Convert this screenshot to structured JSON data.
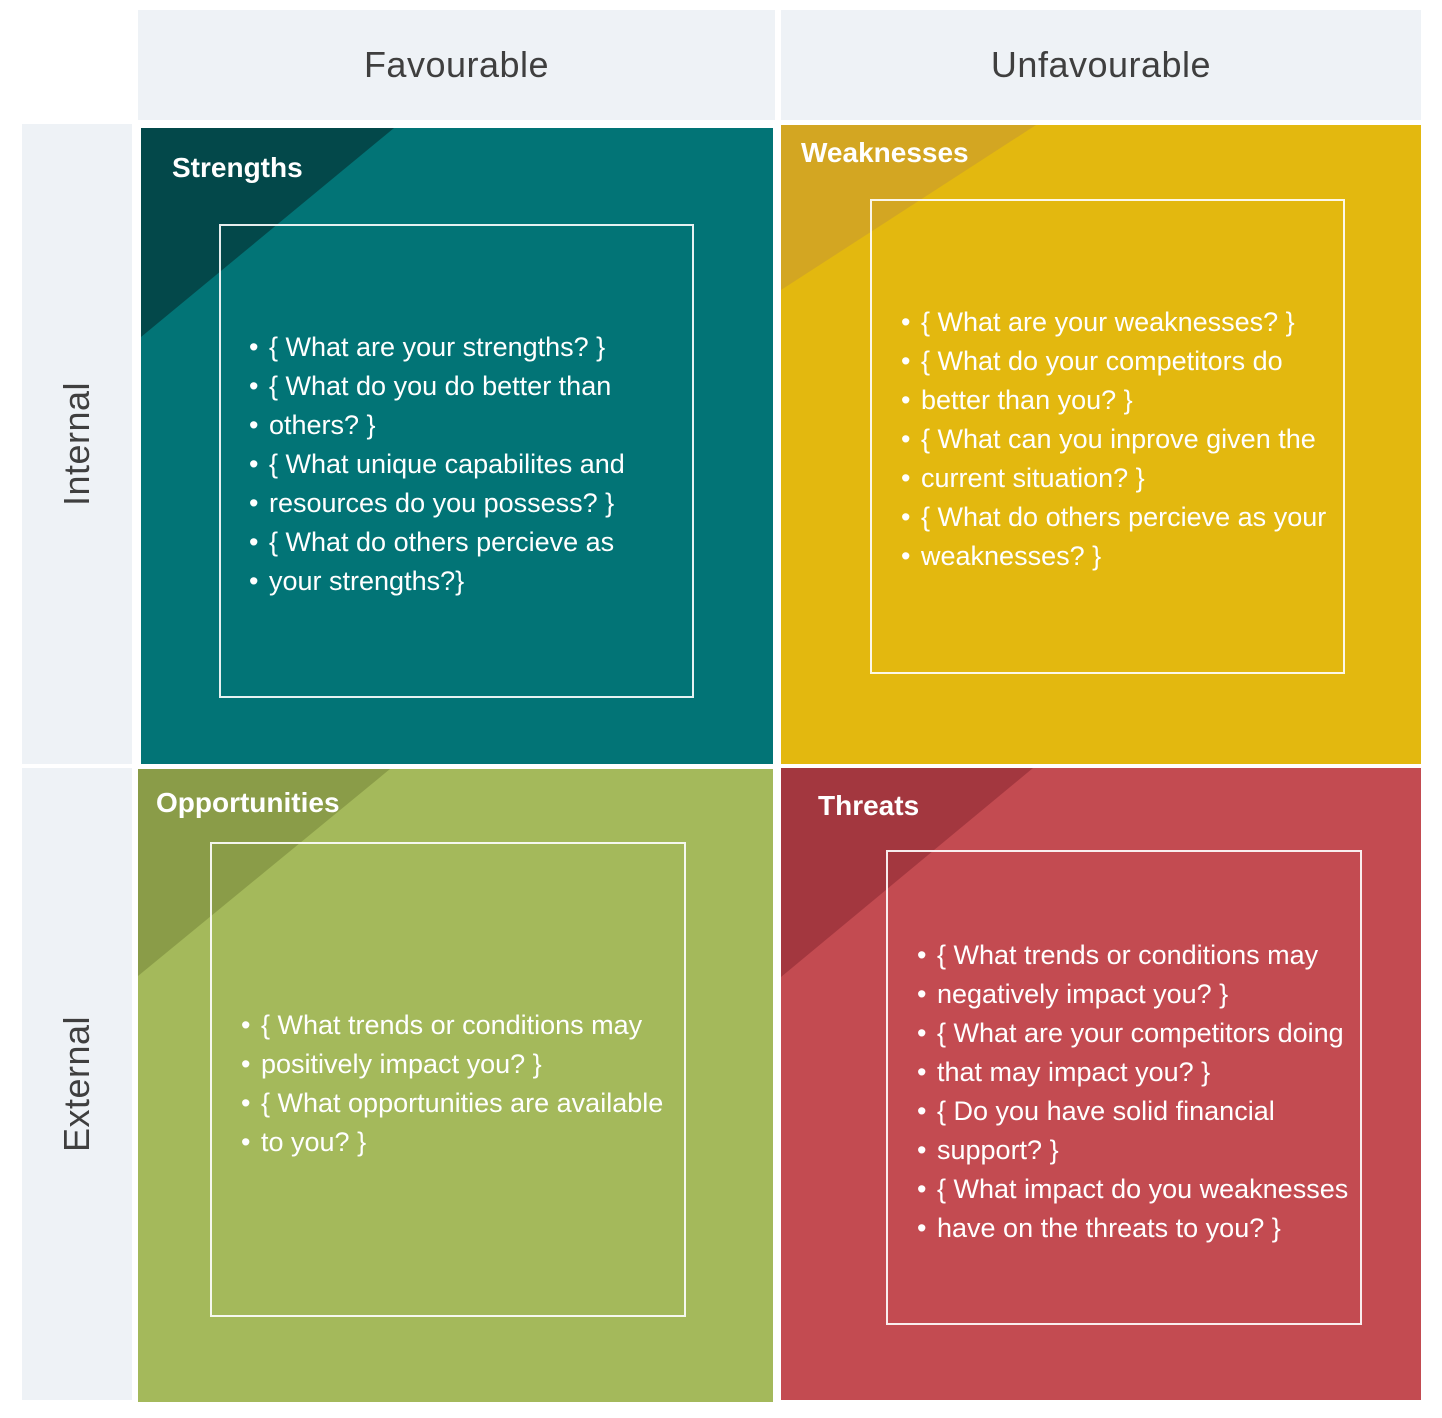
{
  "columns": {
    "favourable": "Favourable",
    "unfavourable": "Unfavourable"
  },
  "rows": {
    "internal": "Internal",
    "external": "External"
  },
  "colors": {
    "header_bg": "#eef2f6",
    "strengths": "#027476",
    "strengths_corner": "#03484a",
    "weaknesses": "#e3b80f",
    "weaknesses_corner": "#d3a622",
    "opportunities": "#a4b95b",
    "opportunities_corner": "#8a9c48",
    "threats": "#c34b51",
    "threats_corner": "#a3373f"
  },
  "quadrants": {
    "strengths": {
      "title": "Strengths",
      "lines": [
        "{ What are your strengths? }",
        "{ What do you do better than",
        "others? }",
        "{ What unique capabilites and",
        "resources do you possess? }",
        "{ What do others percieve as",
        "your strengths?}"
      ]
    },
    "weaknesses": {
      "title": "Weaknesses",
      "lines": [
        "{ What are your weaknesses? }",
        "{ What do your competitors do",
        "better than you? }",
        "{ What can you inprove given the",
        "current situation? }",
        "{ What do others percieve as your",
        "weaknesses? }"
      ]
    },
    "opportunities": {
      "title": "Opportunities",
      "lines": [
        "{ What trends or conditions may",
        "positively impact you? }",
        "{ What opportunities are available",
        "to you? }"
      ]
    },
    "threats": {
      "title": "Threats",
      "lines": [
        "{ What trends or conditions may",
        "negatively impact you? }",
        "{ What are your competitors doing",
        "that may impact you? }",
        "{ Do you have solid financial",
        "support? }",
        "{ What impact do you weaknesses",
        "have on the threats to you? }"
      ]
    }
  }
}
